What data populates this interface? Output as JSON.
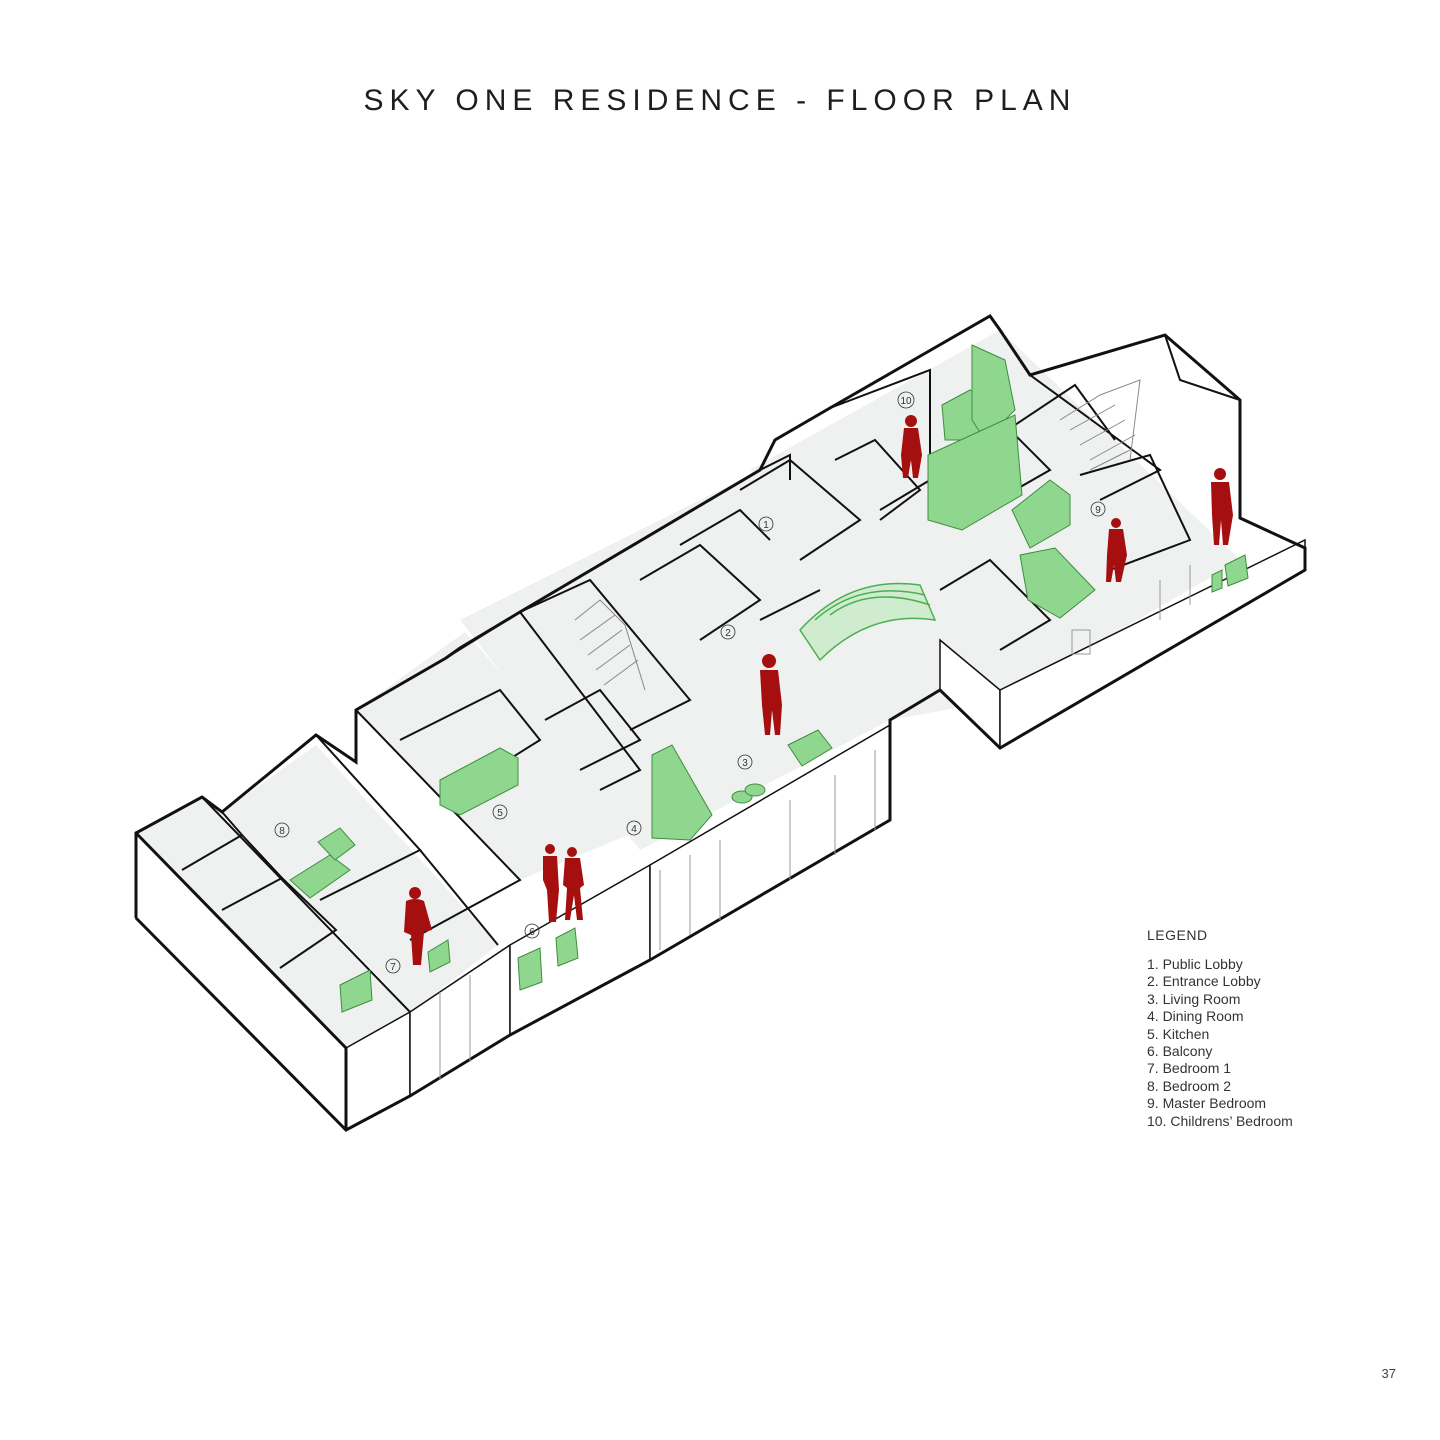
{
  "title": "SKY ONE RESIDENCE - FLOOR PLAN",
  "legend": {
    "heading": "LEGEND",
    "items": [
      "1. Public Lobby",
      "2. Entrance Lobby",
      "3. Living Room",
      "4. Dining Room",
      "5. Kitchen",
      "6. Balcony",
      "7. Bedroom 1",
      "8. Bedroom 2",
      "9. Master Bedroom",
      "10. Childrens’ Bedroom"
    ]
  },
  "room_markers": [
    "1",
    "2",
    "3",
    "4",
    "5",
    "6",
    "7",
    "8",
    "9",
    "10"
  ],
  "page_number": "37",
  "colors": {
    "furniture": "#7ed07e",
    "figures": "#a50f0f",
    "walls": "#111111",
    "floor": "#eef1ef"
  }
}
